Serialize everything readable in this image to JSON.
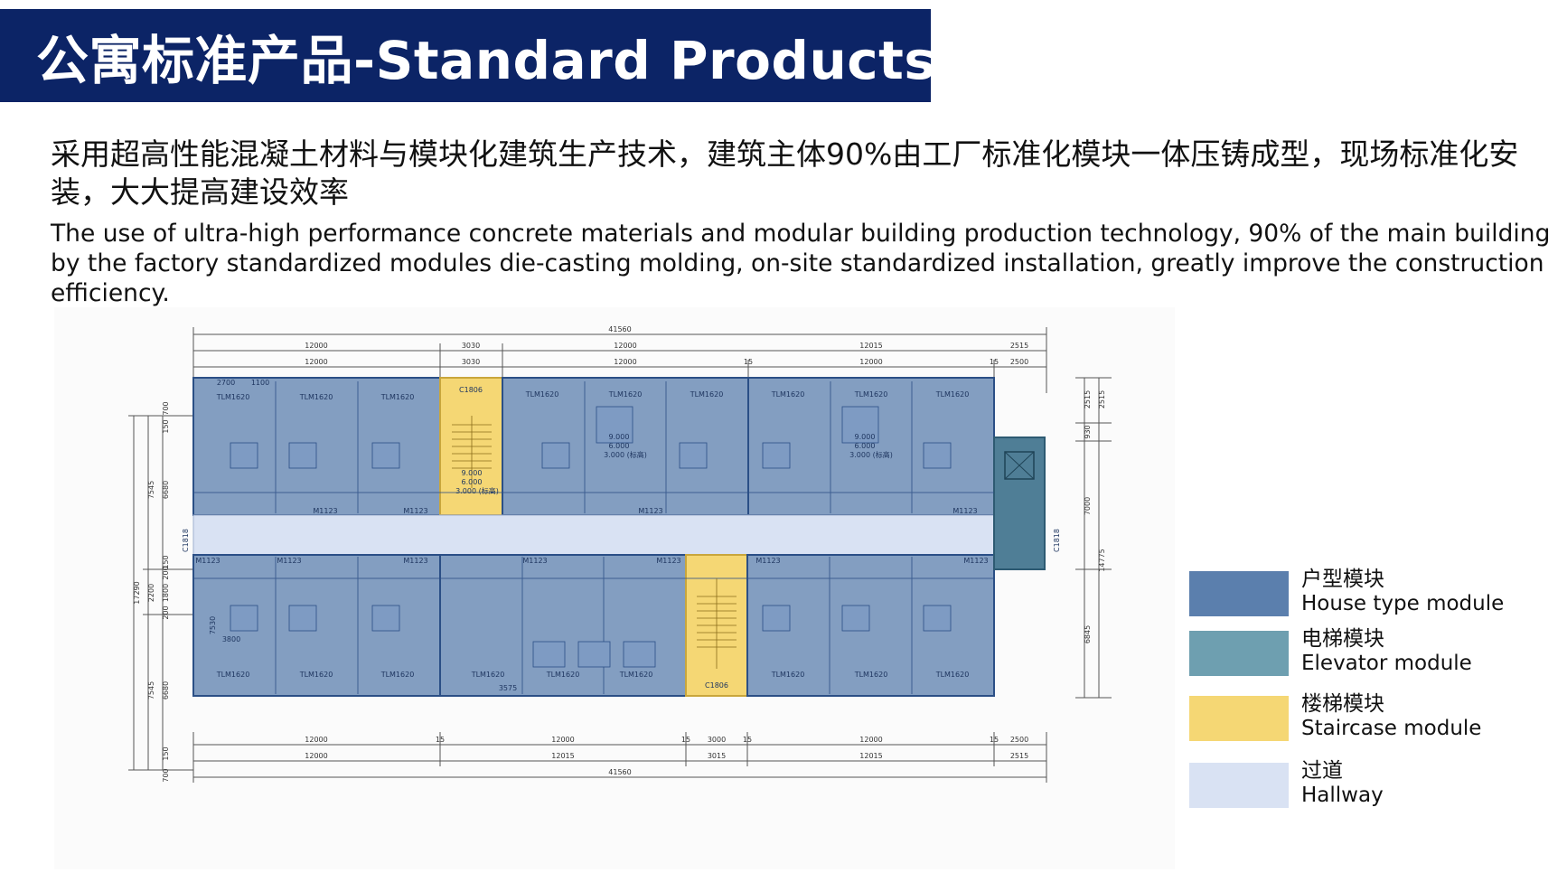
{
  "header": {
    "title": "公寓标准产品-Standard Products"
  },
  "description": {
    "chinese": "采用超高性能混凝土材料与模块化建筑生产技术，建筑主体90%由工厂标准化模块一体压铸成型，现场标准化安装，大大提高建设效率",
    "english": "The use of ultra-high performance concrete materials and modular building production technology, 90% of the main building by the factory standardized modules die-casting molding, on-site standardized installation, greatly improve the construction efficiency."
  },
  "colors": {
    "title_bg": "#0c2466",
    "house_module": "#5b7fad",
    "elevator_module": "#6e9fb0",
    "staircase_module": "#f5d774",
    "hallway": "#d9e2f3"
  },
  "floor_plan": {
    "top_dims_total": "41560",
    "top_dims_row1": [
      "12000",
      "3030",
      "12000",
      "12015",
      "2515"
    ],
    "top_dims_row2": [
      "12000",
      "3030",
      "12000",
      "15",
      "12000",
      "15",
      "2500"
    ],
    "bottom_dims_row1": [
      "12000",
      "15",
      "12000",
      "15",
      "3000",
      "15",
      "12000",
      "15",
      "2500"
    ],
    "bottom_dims_row2": [
      "12000",
      "12015",
      "3015",
      "12015",
      "2515"
    ],
    "bottom_dims_total": "41560",
    "left_dims": [
      "700",
      "150",
      "6680",
      "7545",
      "150",
      "200",
      "1800",
      "200",
      "2200",
      "17290",
      "6680",
      "7545",
      "150",
      "700"
    ],
    "right_dims": [
      "2515",
      "2515",
      "930",
      "7000",
      "14775",
      "6845"
    ],
    "staircase_top_label": "C1806",
    "staircase_bottom_label": "C1806",
    "elevator_label": "C1818",
    "left_corridor_label": "C1818",
    "room_label": "TLM1620",
    "door_label": "M1123",
    "elevation_top_stair": [
      "9.000",
      "6.000",
      "3.000 (标高)"
    ],
    "elevation_room_a": [
      "9.000",
      "6.000",
      "3.000 (标高)"
    ],
    "elevation_room_b": [
      "9.000",
      "6.000",
      "3.000 (标高)"
    ],
    "dim_2700": "2700",
    "dim_1100": "1100",
    "dim_3800": "3800",
    "dim_7530": "7530",
    "dim_3575": "3575"
  },
  "legend": [
    {
      "cn": "户型模块",
      "en": "House type module",
      "color": "#5b7fad"
    },
    {
      "cn": "电梯模块",
      "en": "Elevator module",
      "color": "#6e9fb0"
    },
    {
      "cn": "楼梯模块",
      "en": "Staircase module",
      "color": "#f5d774"
    },
    {
      "cn": "过道",
      "en": "Hallway",
      "color": "#d9e2f3"
    }
  ]
}
